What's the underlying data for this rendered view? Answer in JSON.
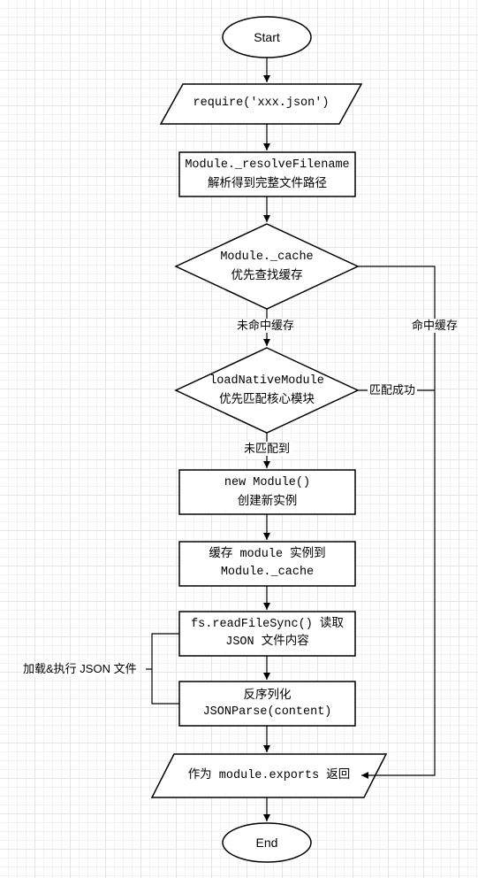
{
  "nodes": {
    "start": {
      "text": "Start"
    },
    "require": {
      "text": "require('xxx.json')"
    },
    "resolve": {
      "line1": "Module._resolveFilename",
      "line2": "解析得到完整文件路径"
    },
    "cache_check": {
      "line1": "Module._cache",
      "line2": "优先查找缓存"
    },
    "native_check": {
      "line1": "loadNativeModule",
      "line2": "优先匹配核心模块"
    },
    "new_module": {
      "line1": "new Module()",
      "line2": "创建新实例"
    },
    "cache_store": {
      "line1": "缓存 module 实例到",
      "line2": "Module._cache"
    },
    "read_file": {
      "line1": "fs.readFileSync() 读取",
      "line2": "JSON 文件内容"
    },
    "parse": {
      "line1": "反序列化",
      "line2": "JSONParse(content)"
    },
    "return": {
      "text": "作为 module.exports 返回"
    },
    "end": {
      "text": "End"
    }
  },
  "edges": {
    "cache_miss": "未命中缓存",
    "cache_hit": "命中缓存",
    "native_match": "匹配成功",
    "native_miss": "未匹配到",
    "load_group": "加载&执行 JSON 文件"
  },
  "colors": {
    "stroke": "#000000",
    "fill": "#ffffff",
    "grid": "#e4e4e4"
  }
}
